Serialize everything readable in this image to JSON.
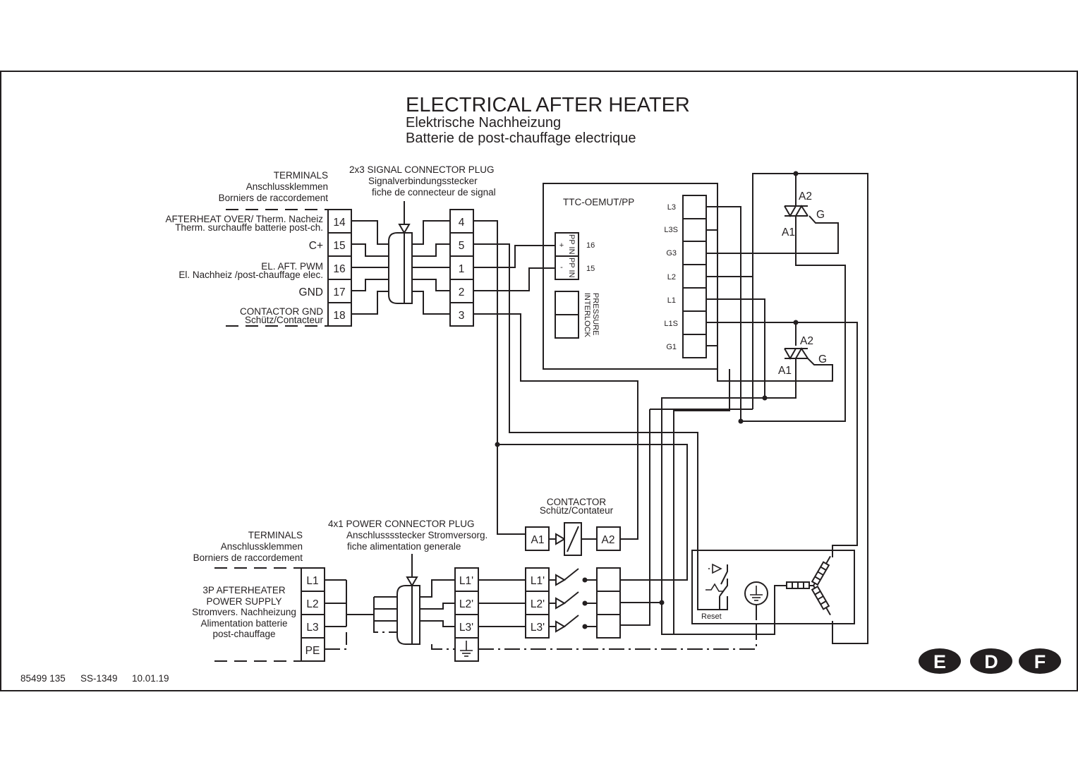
{
  "title": {
    "en": "ELECTRICAL AFTER HEATER",
    "de": "Elektrische Nachheizung",
    "fr": "Batterie de post-chauffage electrique"
  },
  "signal_terminals": {
    "heading": [
      "TERMINALS",
      "Anschlussklemmen",
      "Borniers de raccordement"
    ],
    "rows": [
      {
        "num": "14",
        "label1": "AFTERHEAT OVER/ Therm. Nacheiz",
        "label2": "Therm. surchauffe batterie post-ch."
      },
      {
        "num": "15",
        "label1": "C+",
        "label2": ""
      },
      {
        "num": "16",
        "label1": "EL. AFT. PWM",
        "label2": "El. Nachheiz /post-chauffage elec."
      },
      {
        "num": "17",
        "label1": "GND",
        "label2": ""
      },
      {
        "num": "18",
        "label1": "CONTACTOR GND",
        "label2": "Schütz/Contacteur"
      }
    ]
  },
  "signal_plug": {
    "heading": [
      "2x3 SIGNAL CONNECTOR PLUG",
      "Signalverbindungsstecker",
      "fiche de connecteur de signal"
    ],
    "pins": [
      "4",
      "5",
      "1",
      "2",
      "3"
    ]
  },
  "controller": {
    "name": "TTC-OEMUT/PP",
    "pp_in": {
      "plus": "+",
      "minus": "-",
      "label": "PP IN",
      "pin_plus": "16",
      "pin_minus": "15"
    },
    "pressure_interlock": [
      "PRESSURE",
      "INTERLOCK"
    ],
    "outputs": [
      "L3",
      "L3S",
      "G3",
      "L2",
      "L1",
      "L1S",
      "G1"
    ]
  },
  "triacs": [
    {
      "a2": "A2",
      "a1": "A1",
      "gate": "G"
    },
    {
      "a2": "A2",
      "a1": "A1",
      "gate": "G"
    }
  ],
  "contactor": {
    "heading": [
      "CONTACTOR",
      "Schütz/Contateur"
    ],
    "coil": [
      "A1",
      "A2"
    ],
    "poles": [
      "L1'",
      "L2'",
      "L3'"
    ]
  },
  "power_terminals": {
    "heading": [
      "TERMINALS",
      "Anschlussklemmen",
      "Borniers de raccordement"
    ],
    "label": [
      "3P AFTERHEATER",
      "POWER SUPPLY",
      "Stromvers. Nachheizung",
      "Alimentation batterie",
      "post-chauffage"
    ],
    "rows": [
      "L1",
      "L2",
      "L3",
      "PE"
    ]
  },
  "power_plug": {
    "heading": [
      "4x1 POWER CONNECTOR PLUG",
      "Anschlusssstecker Stromversorg.",
      "fiche alimentation generale"
    ],
    "pins": [
      "L1'",
      "L2'",
      "L3'"
    ]
  },
  "heater": {
    "reset_label": "Reset"
  },
  "footer": {
    "doc_number": "85499 135",
    "code": "SS-1349",
    "date": "10.01.19"
  },
  "languages": [
    "E",
    "D",
    "F"
  ]
}
